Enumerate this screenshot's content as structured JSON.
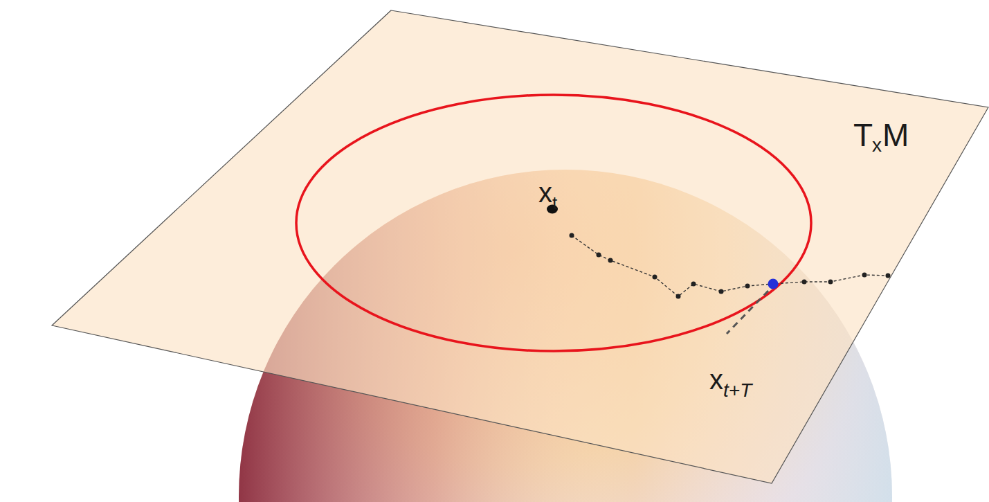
{
  "diagram": {
    "labels": [
      "x",
      "t",
      "T",
      "x",
      "M",
      "x",
      "t+T"
    ]
  }
}
